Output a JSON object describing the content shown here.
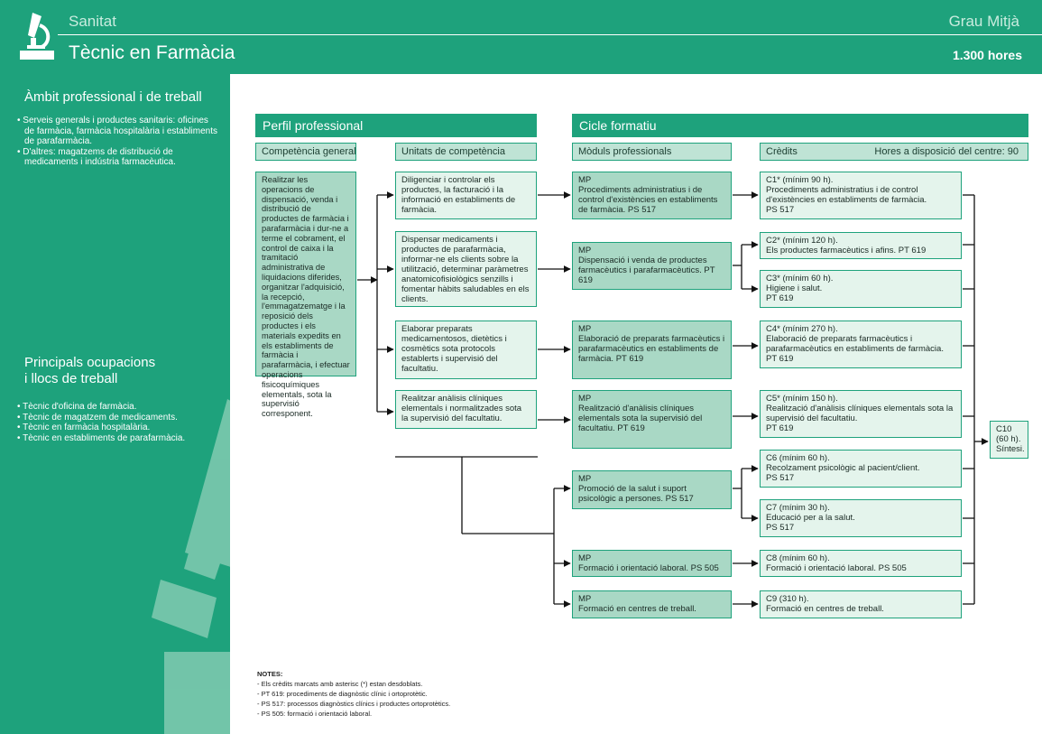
{
  "header": {
    "sector": "Sanitat",
    "grade": "Grau Mitjà",
    "title": "Tècnic en Farmàcia",
    "hours": "1.300 hores"
  },
  "sidebar": {
    "ambit_title": "Àmbit professional i de treball",
    "ambit_items": [
      "Serveis generals i productes sanitaris: oficines de farmàcia, farmàcia hospitalària i establiments de parafarmàcia.",
      "D'altres: magatzems de distribució de medicaments i indústria farmacèutica."
    ],
    "ocupacions_title_1": "Principals ocupacions",
    "ocupacions_title_2": "i llocs de treball",
    "ocupacions_items": [
      "Tècnic d'oficina de farmàcia.",
      "Tècnic de magatzem de medicaments.",
      "Tècnic en farmàcia hospitalària.",
      "Tècnic en establiments de parafarmàcia."
    ]
  },
  "perfil": {
    "title": "Perfil professional",
    "competencia_header": "Competència general",
    "unitats_header": "Unitats de competència",
    "competencia_text": "Realitzar les operacions de dispensació, venda i distribució de productes de farmàcia i parafarmàcia i dur-ne a terme el cobrament, el control de caixa i la tramitació administrativa de liquidacions diferides, organitzar l'adquisició, la recepció, l'emmagatzematge i la reposició dels productes i els materials expedits en els establiments de farmàcia i parafarmàcia, i efectuar operacions fisicoquímiques elementals, sota la supervisió corresponent.",
    "unitats": [
      "Diligenciar i controlar els productes, la facturació i la informació en establiments de farmàcia.",
      "Dispensar medicaments i productes de parafarmàcia, informar-ne els clients sobre la utilització, determinar paràmetres anatomicofisiològics senzills i fomentar hàbits saludables en els clients.",
      "Elaborar preparats medicamentosos, dietètics i cosmètics sota protocols establerts i supervisió del facultatiu.",
      "Realitzar anàlisis clíniques elementals i normalitzades sota la supervisió del facultatiu."
    ]
  },
  "cicle": {
    "title": "Cicle formatiu",
    "moduls_header": "Mòduls professionals",
    "credits_header": "Crèdits",
    "hores_centre": "Hores a disposició del centre: 90",
    "mp_label": "MP",
    "moduls": [
      "Procediments administratius i de control d'existències en establiments de farmàcia. PS 517",
      "Dispensació i venda de productes farmacèutics i parafarmacèutics. PT 619",
      "Elaboració de preparats farmacèutics i parafarmacèutics en establiments de farmàcia. PT 619",
      "Realització d'anàlisis clíniques elementals sota la supervisió del facultatiu. PT 619",
      "Promoció de la salut i suport psicològic a persones. PS 517",
      "Formació i orientació laboral. PS 505",
      "Formació en centres de treball."
    ],
    "credits": [
      {
        "code": "C1* (mínim 90 h).",
        "text": "Procediments administratius i de control d'existències en establiments de farmàcia.",
        "ref": "PS 517"
      },
      {
        "code": "C2* (mínim 120 h).",
        "text": "Els productes farmacèutics i afins. PT 619",
        "ref": ""
      },
      {
        "code": "C3* (mínim 60 h).",
        "text": "Higiene i salut.",
        "ref": "PT 619"
      },
      {
        "code": "C4* (mínim 270 h).",
        "text": "Elaboració de preparats farmacèutics i parafarmacèutics en establiments de farmàcia.",
        "ref": "PT 619"
      },
      {
        "code": "C5* (mínim 150 h).",
        "text": "Realització d'anàlisis clíniques elementals sota la supervisió del facultatiu.",
        "ref": "PT 619"
      },
      {
        "code": "C6 (mínim 60 h).",
        "text": "Recolzament psicològic al pacient/client.",
        "ref": "PS 517"
      },
      {
        "code": "C7 (mínim 30 h).",
        "text": "Educació per a la salut.",
        "ref": "PS 517"
      },
      {
        "code": "C8 (mínim 60 h).",
        "text": "Formació i orientació laboral. PS 505",
        "ref": ""
      },
      {
        "code": "C9 (310 h).",
        "text": "Formació en centres de treball.",
        "ref": ""
      }
    ],
    "c10": {
      "l1": "C10",
      "l2": "(60 h).",
      "l3": "Síntesi."
    }
  },
  "notes": {
    "title": "NOTES:",
    "items": [
      "- Els crèdits marcats amb asterisc (*) estan desdoblats.",
      "- PT 619: procediments de diagnòstic clínic i ortoprotètic.",
      "- PS 517: processos diagnòstics clínics i productes ortoprotètics.",
      "- PS 505: formació i orientació laboral."
    ]
  },
  "colors": {
    "brand_green": "#1ea27c",
    "box_dark": "#a9d8c5",
    "box_light": "#e4f4ec",
    "subhead": "#bfe3d5"
  }
}
